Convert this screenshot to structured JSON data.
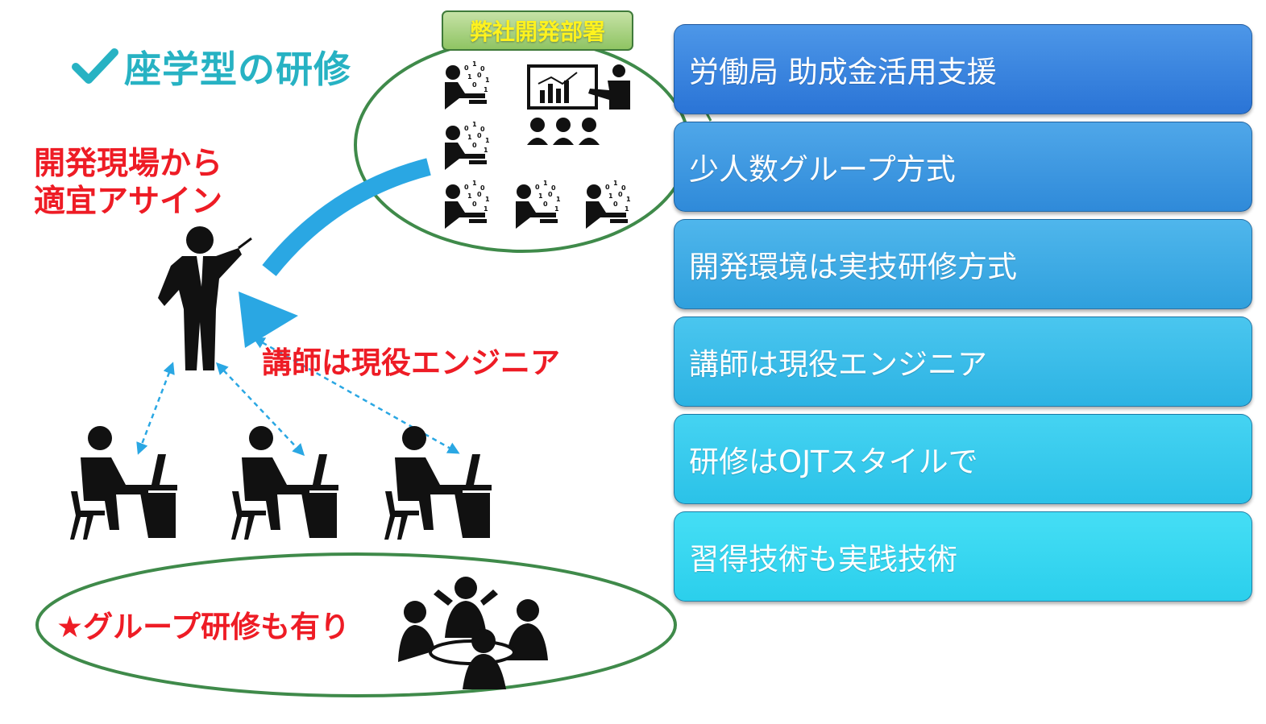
{
  "title": "座学型の研修",
  "department_label": "弊社開発部署",
  "assign_label": [
    "開発現場から",
    "適宜アサイン"
  ],
  "instructor_label": "講師は現役エンジニア",
  "group_label": "★グループ研修も有り",
  "feature_boxes": [
    {
      "label": "労働局 助成金活用支援",
      "color_top": "#4d97e8",
      "color_bottom": "#2a74d6"
    },
    {
      "label": "少人数グループ方式",
      "color_top": "#4fa7e9",
      "color_bottom": "#2f8ad9"
    },
    {
      "label": "開発環境は実技研修方式",
      "color_top": "#4fb6ec",
      "color_bottom": "#2fa0dd"
    },
    {
      "label": "講師は現役エンジニア",
      "color_top": "#4ac6ef",
      "color_bottom": "#2cb3e3"
    },
    {
      "label": "研修はOJTスタイルで",
      "color_top": "#45d3f2",
      "color_bottom": "#2bc2e8"
    },
    {
      "label": "習得技術も実践技術",
      "color_top": "#45def5",
      "color_bottom": "#2bcfec"
    }
  ],
  "colors": {
    "title": "#27b2c3",
    "accent_red": "#ee1c25",
    "ellipse_green": "#3f8a4a",
    "arrow_blue": "#2aa7e3",
    "dept_text": "#fff21e"
  }
}
